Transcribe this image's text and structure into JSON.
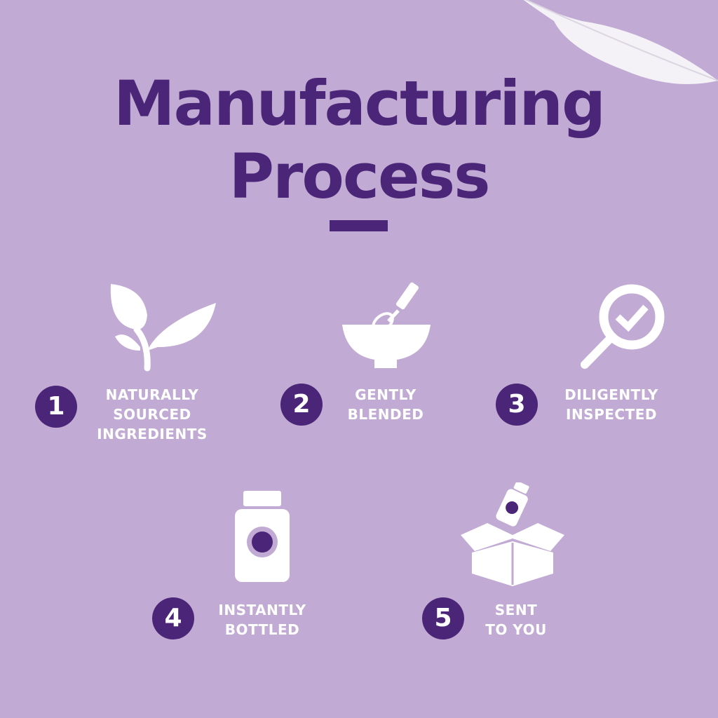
{
  "title": {
    "line1": "Manufacturing",
    "line2": "Process"
  },
  "colors": {
    "background": "#c1aad3",
    "accent": "#4b2578",
    "icon": "#ffffff"
  },
  "steps": [
    {
      "number": "1",
      "lines": [
        "NATURALLY",
        "SOURCED",
        "INGREDIENTS"
      ],
      "icon": "leaf-icon"
    },
    {
      "number": "2",
      "lines": [
        "GENTLY",
        "BLENDED"
      ],
      "icon": "whisk-bowl-icon"
    },
    {
      "number": "3",
      "lines": [
        "DILIGENTLY",
        "INSPECTED"
      ],
      "icon": "magnifier-check-icon"
    },
    {
      "number": "4",
      "lines": [
        "INSTANTLY",
        "BOTTLED"
      ],
      "icon": "bottle-icon"
    },
    {
      "number": "5",
      "lines": [
        "SENT",
        "TO YOU"
      ],
      "icon": "box-icon"
    }
  ]
}
